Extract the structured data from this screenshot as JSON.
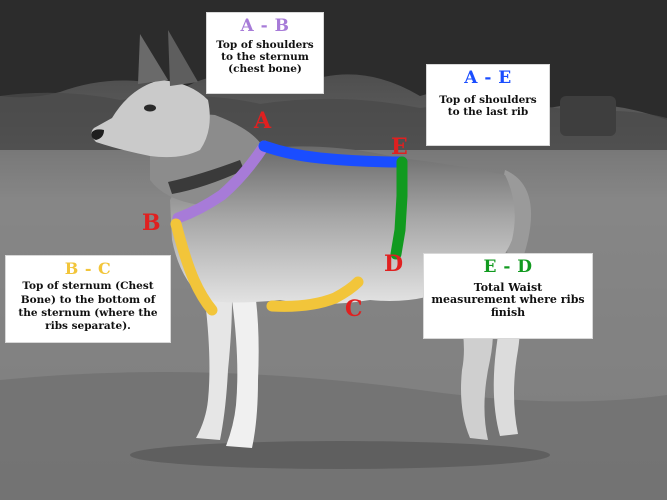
{
  "colors": {
    "a_b": "#a77bd8",
    "a_e": "#1a4dff",
    "e_d": "#119a1f",
    "b_c": "#f2c53a",
    "point_labels": "#e02020"
  },
  "points": {
    "a": "A",
    "b": "B",
    "c": "C",
    "d": "D",
    "e": "E"
  },
  "boxes": {
    "a_b": {
      "title": "A - B",
      "text": "Top of shoulders to the sternum (chest bone)"
    },
    "a_e": {
      "title": "A - E",
      "text": "Top of shoulders to the last rib"
    },
    "b_c": {
      "title": "B - C",
      "text": "Top of sternum (Chest Bone) to the bottom of the sternum (where the ribs separate)."
    },
    "e_d": {
      "title": "E - D",
      "text": "Total Waist measurement where ribs finish"
    }
  }
}
